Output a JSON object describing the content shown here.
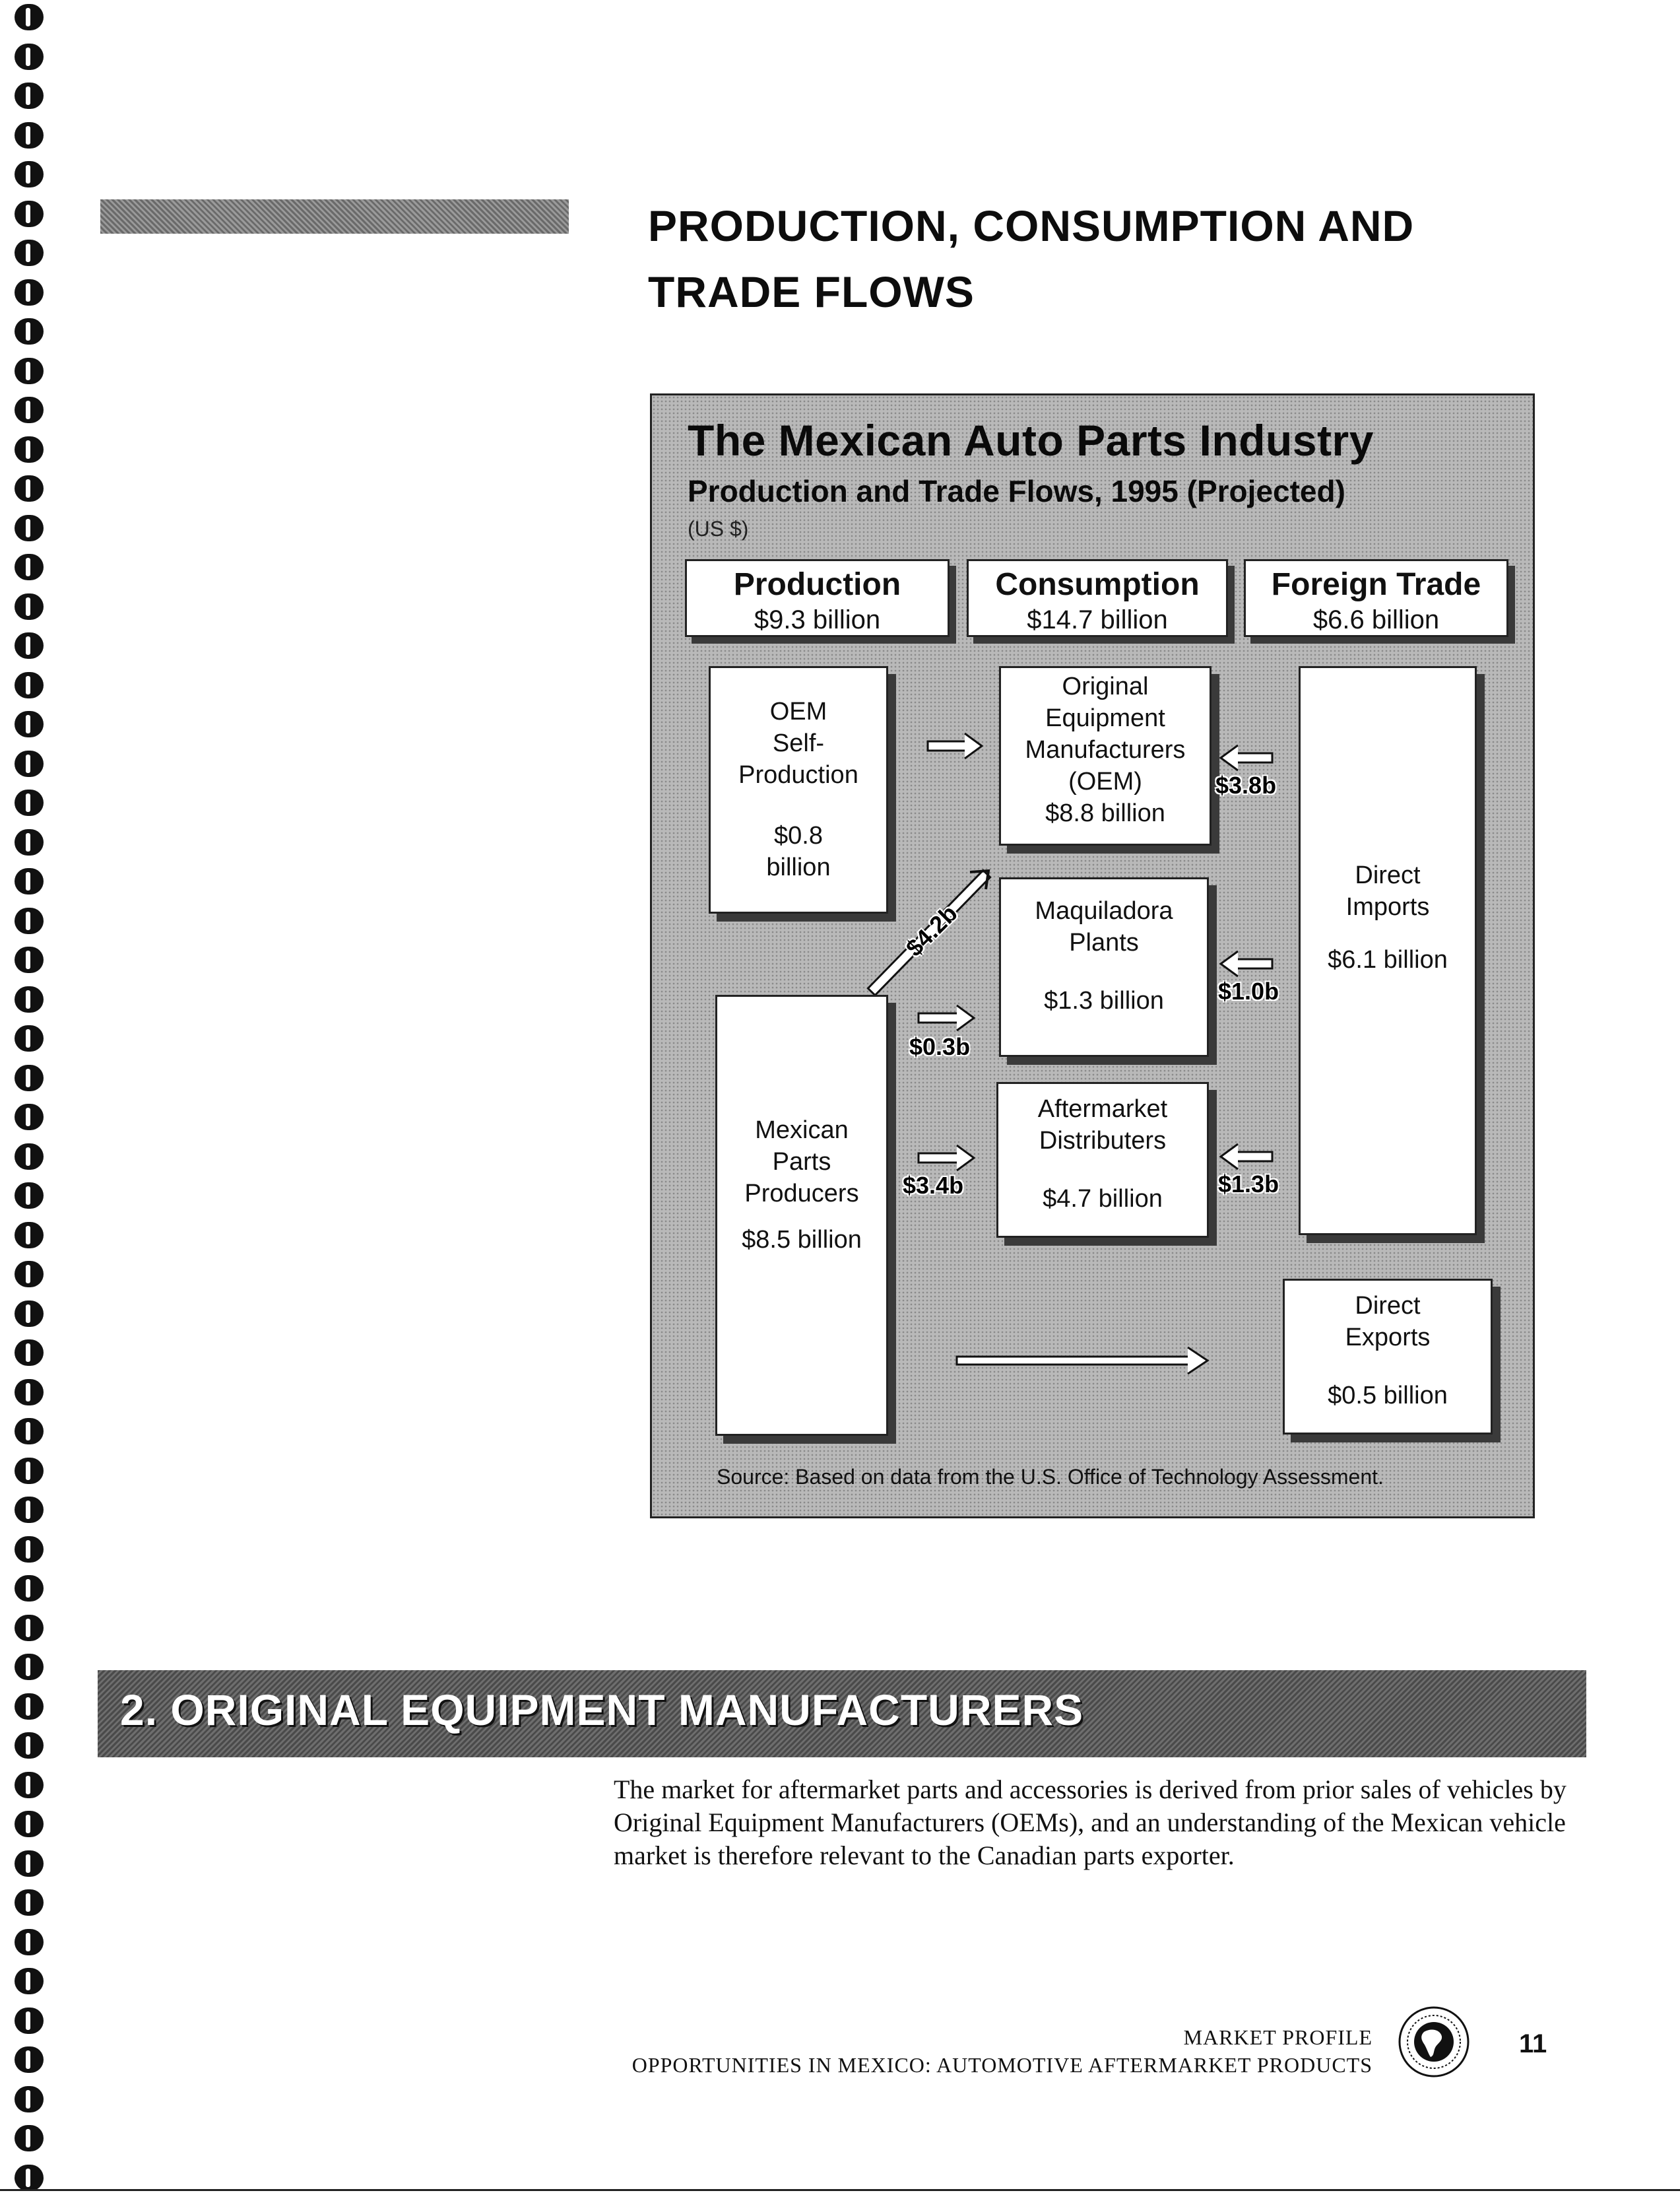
{
  "page": {
    "section_heading_line1": "Production, Consumption and",
    "section_heading_line2": "Trade Flows",
    "section2_heading": "2. Original Equipment Manufacturers",
    "body_paragraph": "The market for aftermarket parts and accessories is derived from prior sales of vehicles by Original Equipment Manufacturers (OEMs), and an understanding of the Mexican vehicle market is therefore relevant to the Canadian parts exporter.",
    "footer_line1": "Market Profile",
    "footer_line2": "Opportunities in Mexico: Automotive Aftermarket Products",
    "page_number": "11",
    "emblem_icon": "north-america-globe-seal-icon"
  },
  "figure": {
    "title": "The Mexican Auto Parts Industry",
    "subtitle": "Production and Trade Flows, 1995 (Projected)",
    "units": "(US $)",
    "source": "Source: Based on data from the U.S. Office of Technology Assessment.",
    "columns": {
      "production": {
        "heading": "Production",
        "value": "$9.3 billion"
      },
      "consumption": {
        "heading": "Consumption",
        "value": "$14.7 billion"
      },
      "foreign_trade": {
        "heading": "Foreign Trade",
        "value": "$6.6 billion"
      }
    },
    "boxes": {
      "oem_self": {
        "name": "OEM\nSelf-\nProduction",
        "value": "$0.8\nbillion"
      },
      "mexican_producers": {
        "name": "Mexican\nParts\nProducers",
        "value": "$8.5 billion"
      },
      "oem": {
        "name": "Original\nEquipment\nManufacturers\n(OEM)",
        "value": "$8.8 billion"
      },
      "maquiladora": {
        "name": "Maquiladora\nPlants",
        "value": "$1.3 billion"
      },
      "aftermarket": {
        "name": "Aftermarket\nDistributers",
        "value": "$4.7 billion"
      },
      "direct_imports": {
        "name": "Direct\nImports",
        "value": "$6.1 billion"
      },
      "direct_exports": {
        "name": "Direct\nExports",
        "value": "$0.5 billion"
      }
    },
    "flows": {
      "producers_to_oem": "$4.2b",
      "producers_to_maquiladora": "$0.3b",
      "producers_to_aftermarket": "$3.4b",
      "imports_to_oem": "$3.8b",
      "imports_to_maquiladora": "$1.0b",
      "imports_to_aftermarket": "$1.3b"
    }
  }
}
